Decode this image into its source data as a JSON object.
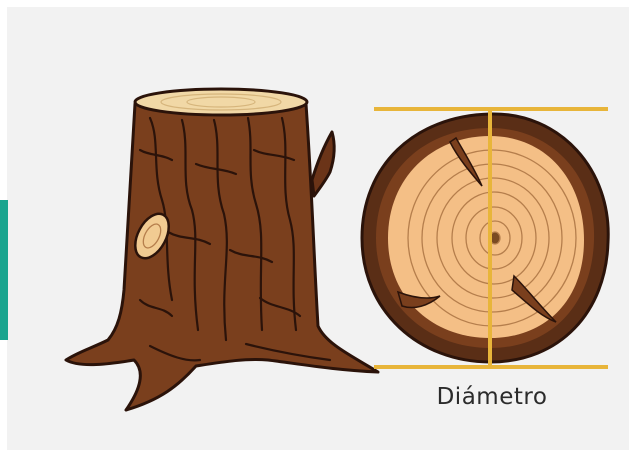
{
  "labels": {
    "diameter": "Diámetro"
  },
  "colors": {
    "frame_background": "#f2f2f2",
    "accent": "#1aa58f",
    "bark_dark": "#5a2e16",
    "bark": "#7a3f1d",
    "bark_line": "#2b130a",
    "wood": "#f4bf86",
    "wood_top": "#f1d8a6",
    "ring": "#b57e4c",
    "measure_line": "#e8b53a"
  },
  "icons": {
    "stump": "tree-stump-illustration",
    "cross_section": "log-cross-section-illustration"
  }
}
